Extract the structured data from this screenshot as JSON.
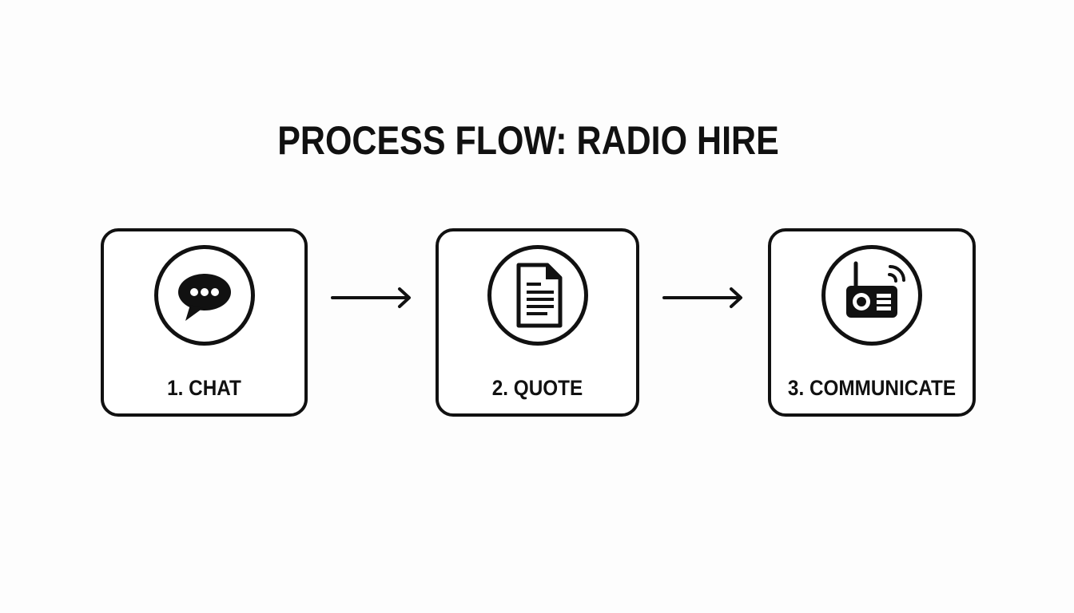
{
  "title": "PROCESS FLOW: RADIO HIRE",
  "steps": [
    {
      "label": "1. CHAT",
      "icon": "chat-bubble-icon"
    },
    {
      "label": "2. QUOTE",
      "icon": "document-icon"
    },
    {
      "label": "3. COMMUNICATE",
      "icon": "radio-icon"
    }
  ],
  "connectors": [
    "arrow-right-icon",
    "arrow-right-icon"
  ],
  "colors": {
    "background": "#fdfdfd",
    "stroke": "#111111",
    "fill": "#ffffff"
  }
}
